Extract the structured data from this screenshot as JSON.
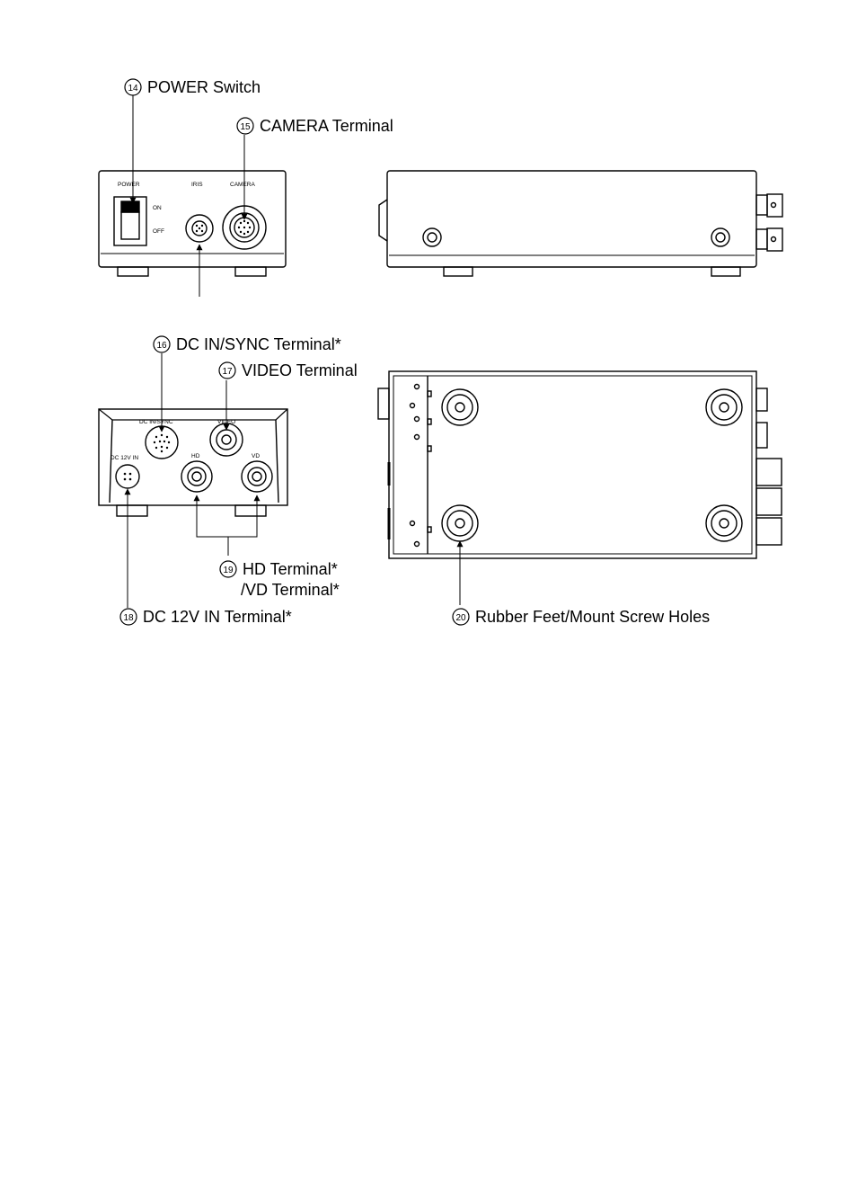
{
  "callouts": {
    "c14": {
      "num": "14",
      "label": "POWER Switch"
    },
    "c15": {
      "num": "15",
      "label": "CAMERA Terminal"
    },
    "c16": {
      "num": "16",
      "label": "DC IN/SYNC Terminal*"
    },
    "c17": {
      "num": "17",
      "label": "VIDEO Terminal"
    },
    "c18": {
      "num": "18",
      "label": "DC 12V IN Terminal*"
    },
    "c19": {
      "num": "19",
      "label": "HD Terminal*",
      "label2": "/VD Terminal*"
    },
    "c20": {
      "num": "20",
      "label": "Rubber Feet/Mount Screw Holes"
    }
  },
  "front_panel": {
    "power": "POWER",
    "on": "ON",
    "off": "OFF",
    "iris": "IRIS",
    "camera": "CAMERA"
  },
  "rear_panel": {
    "dc_in_sync": "DC IN/SYNC",
    "video": "VIDEO",
    "dc12v": "DC 12V IN",
    "hd": "HD",
    "vd": "VD"
  }
}
